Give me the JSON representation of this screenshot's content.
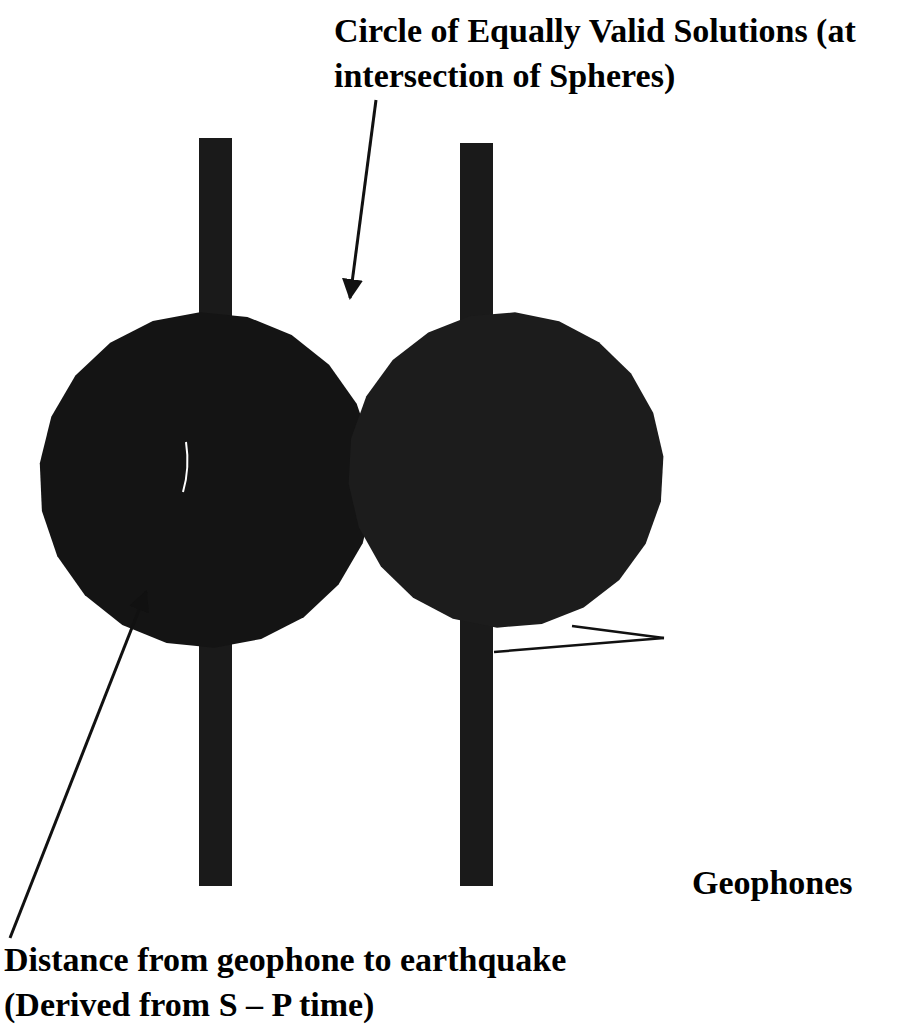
{
  "diagram": {
    "labels": [
      "Circle of Equally Valid Solutions (at intersection of Spheres)",
      "Geophones",
      "Distance from geophone to earthquake (Derived from S – P time)"
    ]
  }
}
